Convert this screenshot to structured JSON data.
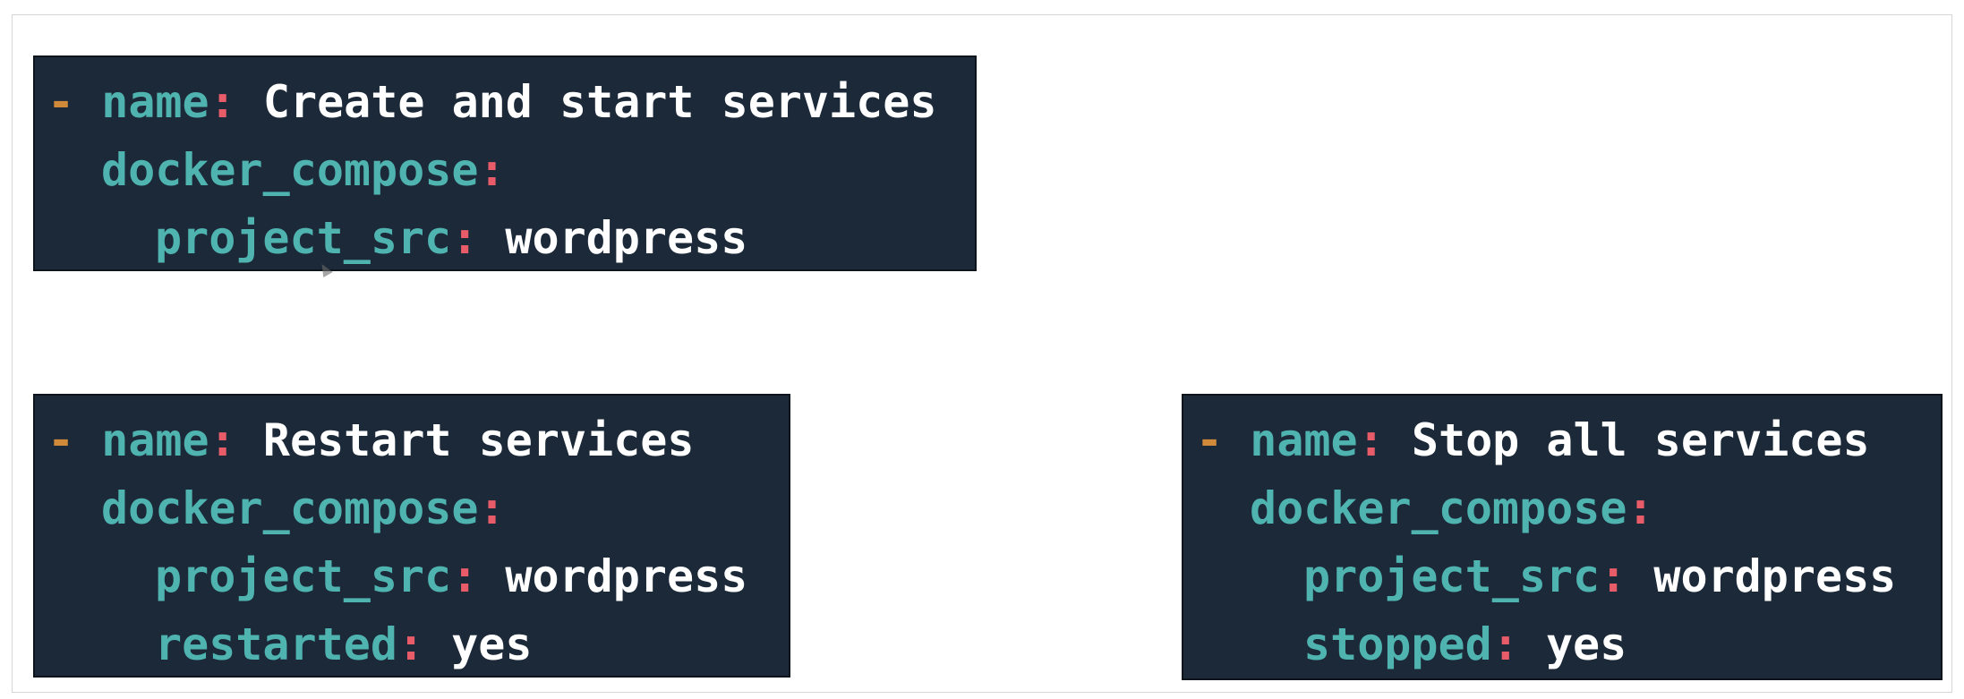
{
  "blocks": {
    "create": {
      "dash": "-",
      "name_key": "name",
      "name_value": "Create and start services",
      "module_key": "docker_compose",
      "project_src_key": "project_src",
      "project_src_value": "wordpress"
    },
    "restart": {
      "dash": "-",
      "name_key": "name",
      "name_value": "Restart services",
      "module_key": "docker_compose",
      "project_src_key": "project_src",
      "project_src_value": "wordpress",
      "option_key": "restarted",
      "option_value": "yes"
    },
    "stop": {
      "dash": "-",
      "name_key": "name",
      "name_value": "Stop all services",
      "module_key": "docker_compose",
      "project_src_key": "project_src",
      "project_src_value": "wordpress",
      "option_key": "stopped",
      "option_value": "yes"
    }
  },
  "colors": {
    "background": "#1c2939",
    "dash": "#d18a3a",
    "key": "#4fb3b0",
    "colon": "#e85c6a",
    "value": "#ffffff"
  }
}
